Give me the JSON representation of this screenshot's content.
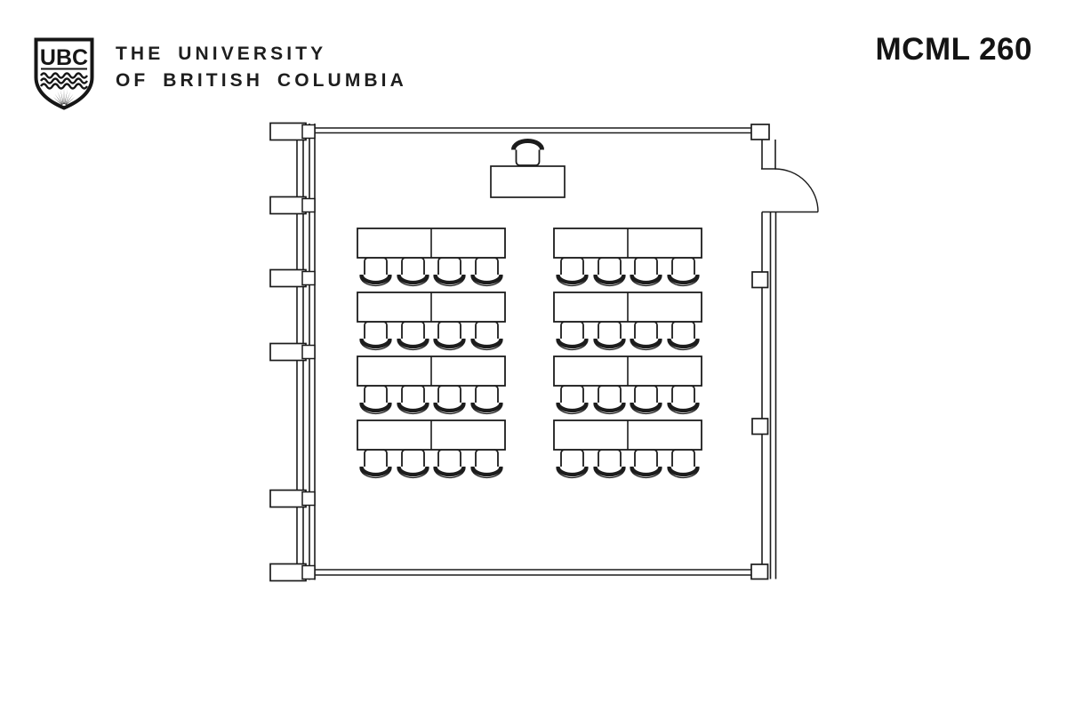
{
  "header": {
    "crest_text": "UBC",
    "institution_line1": "THE UNIVERSITY",
    "institution_line2": "OF BRITISH COLUMBIA",
    "room_label": "MCML 260"
  },
  "colors": {
    "ink": "#1c1c1c",
    "background": "#ffffff"
  },
  "floor_plan": {
    "type": "classroom-floor-plan",
    "seating": {
      "blocks": 2,
      "rows_per_block": 4,
      "tables_per_row": 2,
      "chairs_per_table": 2,
      "total_tables": 16,
      "total_chairs": 32
    },
    "instructor_station": {
      "tables": 1,
      "chairs": 1,
      "location": "front-center"
    },
    "door": {
      "count": 1,
      "location": "front-right",
      "swing": "outward"
    },
    "left_wall_pilasters": 6,
    "right_wall_posts": 2
  }
}
